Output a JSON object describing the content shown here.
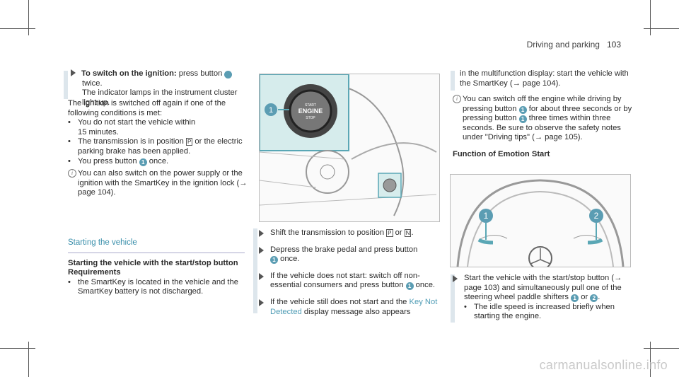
{
  "header": {
    "section": "Driving and parking",
    "page": "103"
  },
  "col1": {
    "step_bold": "To switch on the ignition:",
    "step_rest": " press button ",
    "step_rest2": " twice.",
    "step_line2": "The indicator lamps in the instrument cluster light up.",
    "para": "The ignition is switched off again if one of the following conditions is met:",
    "b1a": "You do not start the vehicle within",
    "b1b": "15 minutes.",
    "b2": "The transmission is in position ",
    "b2b": " or the electric parking brake has been applied.",
    "b3a": "You press button ",
    "b3b": " once.",
    "info": "You can also switch on the power supply or the ignition with the SmartKey in the ignition lock (",
    "info_arrow": "→",
    "info_b": " page 104).",
    "section_title": "Starting the vehicle",
    "sub_title": "Starting the vehicle with the start/stop button",
    "req_title": "Requirements",
    "r1": "the SmartKey is located in the vehicle and the SmartKey battery is not discharged."
  },
  "col2": {
    "img1_start": "START",
    "img1_engine": "ENGINE",
    "img1_stop": "STOP",
    "s1": "Shift the transmission to position ",
    "s1b": " or ",
    "s1c": ".",
    "s2": "Depress the brake pedal and press button",
    "s2b": " once.",
    "s3": "If the vehicle does not start: switch off non-essential consumers and press button ",
    "s3b": " once.",
    "s4": "If the vehicle still does not start and the ",
    "s4link": "Key Not Detected",
    "s4b": " display message also appears"
  },
  "col3": {
    "cont": "in the multifunction display: start the vehicle with the SmartKey (",
    "cont_b": " page 104).",
    "info": "You can switch off the engine while driving by pressing button ",
    "info2": " for about three seconds or by pressing button ",
    "info3": " three times within three seconds. Be sure to observe the safety notes under \"Driving tips\" (",
    "info4": " page 105).",
    "func_title": "Function of Emotion Start",
    "s1": "Start the vehicle with the start/stop button (",
    "s1b": " page 103) and simultaneously pull one of the steering wheel paddle shifters ",
    "s1c": " or ",
    "s1d": ".",
    "b1": "The idle speed is increased briefly when starting the engine."
  },
  "symbols": {
    "one": "1",
    "two": "2",
    "p": "P",
    "n": "N",
    "arrow": "→",
    "i": "i"
  },
  "watermark": "carmanualsonline.info"
}
